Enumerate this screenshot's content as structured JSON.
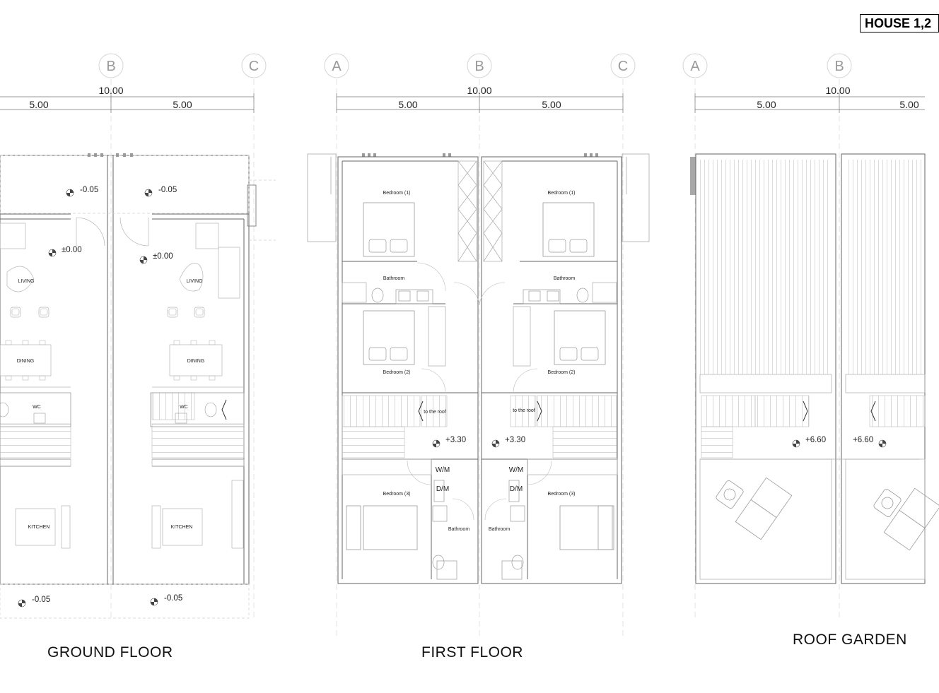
{
  "header": {
    "house_tag": "HOUSE 1,2"
  },
  "floors": {
    "ground": {
      "title": "GROUND FLOOR",
      "grid": [
        "B",
        "C"
      ],
      "dim_total": "10.00",
      "dims": [
        "5.00",
        "5.00"
      ],
      "levels": [
        "-0.05",
        "-0.05",
        "±0.00",
        "±0.00",
        "-0.05",
        "-0.05"
      ],
      "rooms": [
        "LIVING",
        "LIVING",
        "DINING",
        "DINING",
        "WC",
        "WC",
        "KITCHEN",
        "KITCHEN"
      ]
    },
    "first": {
      "title": "FIRST FLOOR",
      "grid": [
        "A",
        "B",
        "C"
      ],
      "dim_total": "10.00",
      "dims": [
        "5.00",
        "5.00"
      ],
      "levels": [
        "+3.30",
        "+3.30"
      ],
      "rooms": [
        "Bedroom (1)",
        "Bedroom (1)",
        "Bathroom",
        "Bathroom",
        "Bedroom (2)",
        "Bedroom (2)",
        "to the roof",
        "to the roof",
        "W/M",
        "W/M",
        "D/M",
        "D/M",
        "Bedroom (3)",
        "Bedroom (3)",
        "Bathroom",
        "Bathroom"
      ]
    },
    "roof": {
      "title": "ROOF GARDEN",
      "grid": [
        "A",
        "B"
      ],
      "dim_total": "10.00",
      "dims": [
        "5.00",
        "5.00"
      ],
      "levels": [
        "+6.60",
        "+6.60"
      ]
    }
  }
}
